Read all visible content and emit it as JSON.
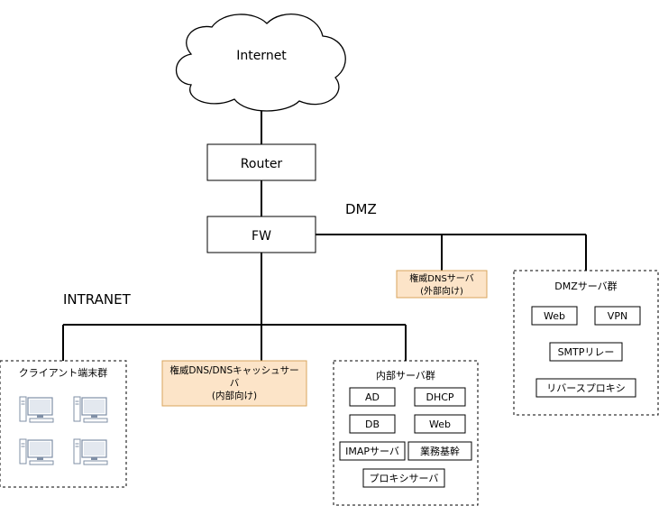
{
  "internet": {
    "label": "Internet"
  },
  "router": {
    "label": "Router"
  },
  "firewall": {
    "label": "FW"
  },
  "zones": {
    "dmz": "DMZ",
    "intranet": "INTRANET"
  },
  "dns_external": {
    "line1": "権威DNSサーバ",
    "line2": "(外部向け)",
    "fill": "#fce4c8",
    "stroke": "#d9a45c"
  },
  "dns_internal": {
    "line1": "権威DNS/DNSキャッシュサー",
    "line2": "バ",
    "line3": "(内部向け)",
    "fill": "#fce4c8",
    "stroke": "#d9a45c"
  },
  "dmz_group": {
    "title": "DMZサーバ群",
    "items": [
      "Web",
      "VPN",
      "SMTPリレー",
      "リバースプロキシ"
    ]
  },
  "internal_group": {
    "title": "内部サーバ群",
    "items": [
      "AD",
      "DHCP",
      "DB",
      "Web",
      "IMAPサーバ",
      "業務基幹",
      "プロキシサーバ"
    ]
  },
  "client_group": {
    "title": "クライアント端末群",
    "icon": "desktop-computer-icon",
    "icon_color": "#7f8fa6"
  }
}
